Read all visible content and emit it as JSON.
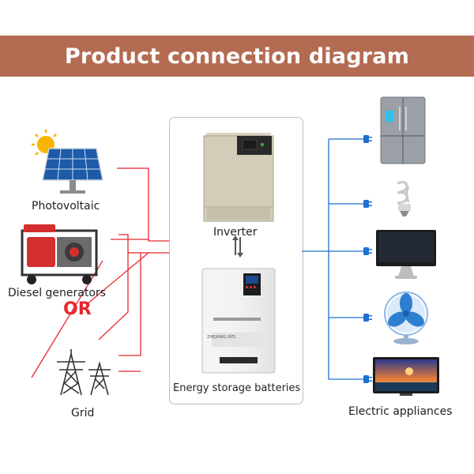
{
  "title": "Product connection diagram",
  "sources": {
    "photovoltaic": "Photovoltaic",
    "diesel": "Diesel generators",
    "or": "OR",
    "grid": "Grid"
  },
  "center": {
    "inverter": "Inverter",
    "battery": "Energy storage batteries",
    "battery_brand": "ZHEJIANG INTL"
  },
  "appliances": {
    "label": "Electric appliances",
    "items": [
      "refrigerator-icon",
      "light-bulb-icon",
      "monitor-icon",
      "fan-icon",
      "television-icon"
    ]
  },
  "colors": {
    "banner": "#b36b52",
    "source_lines": "#e8262e",
    "appliance_lines": "#1f6fd1",
    "or_text": "#e8262e"
  }
}
